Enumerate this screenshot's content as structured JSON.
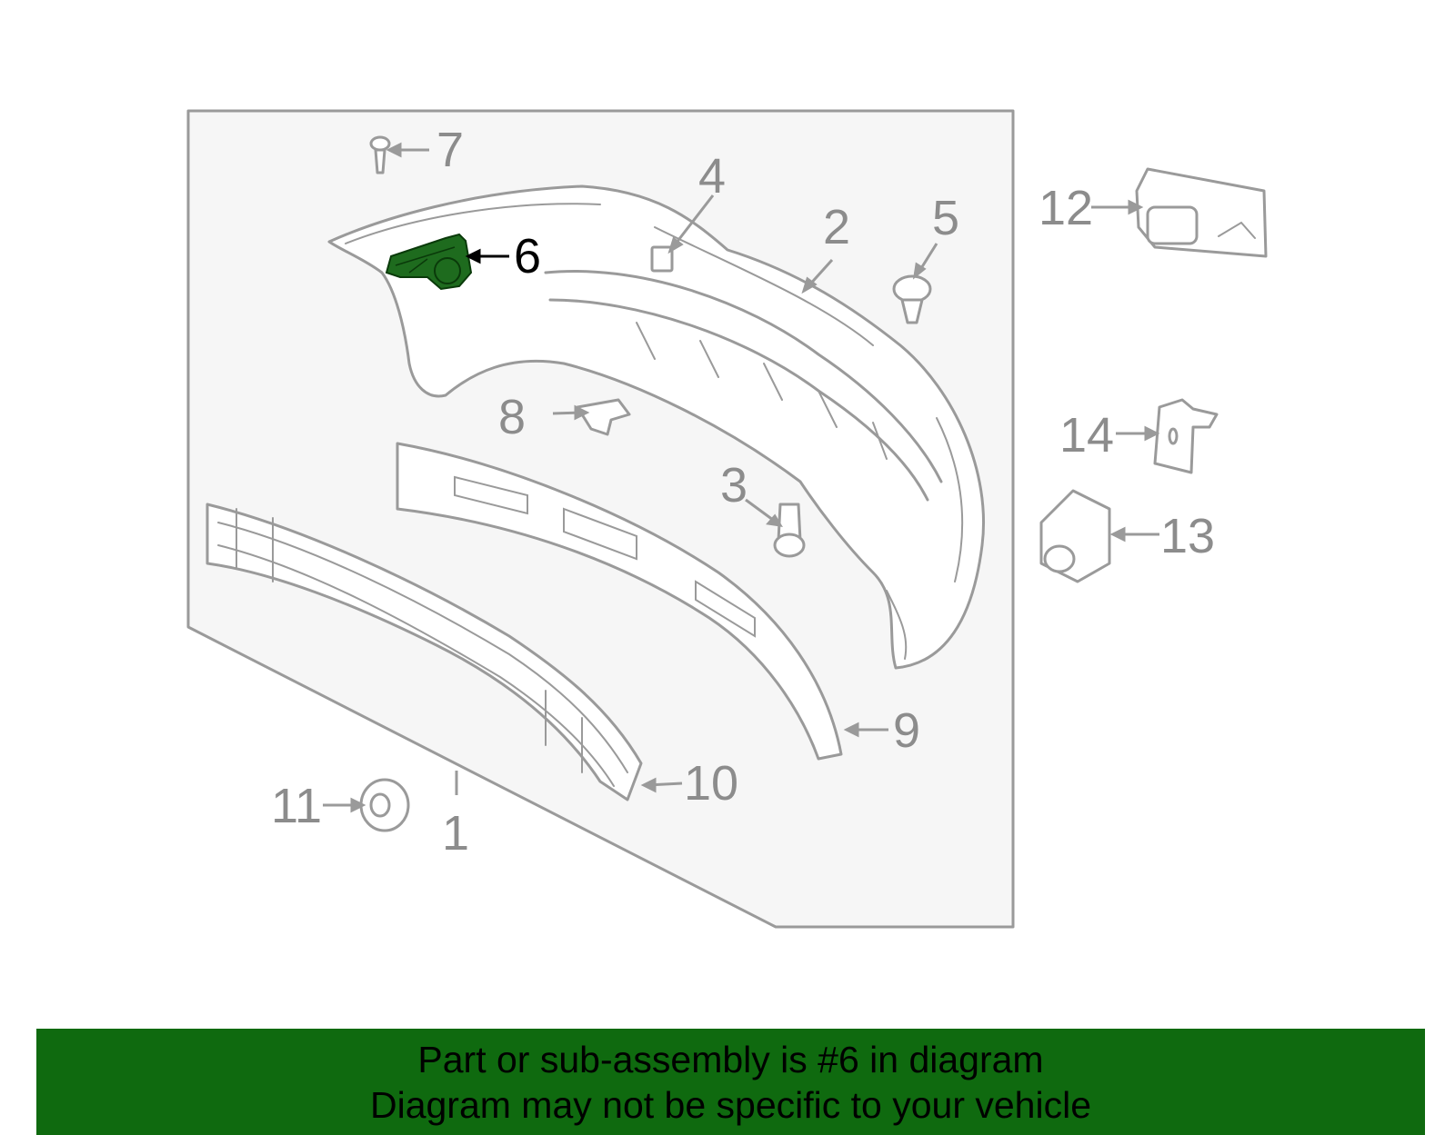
{
  "diagram": {
    "callouts": [
      "1",
      "2",
      "3",
      "4",
      "5",
      "6",
      "7",
      "8",
      "9",
      "10",
      "11",
      "12",
      "13",
      "14"
    ],
    "highlighted_part": "6",
    "highlight_color": "#1e6b1e",
    "line_color": "#9a9a9a",
    "panel_fill": "#f6f6f6"
  },
  "banner": {
    "line1": "Part or sub-assembly is #6 in diagram",
    "line2": "Diagram may not be specific to your vehicle",
    "background": "#0f6a0f"
  }
}
